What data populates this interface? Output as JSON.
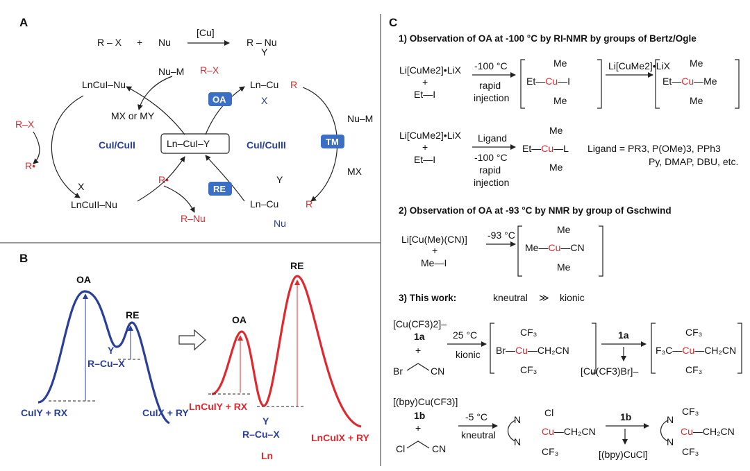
{
  "panels": {
    "a": "A",
    "b": "B",
    "c": "C"
  },
  "panelA": {
    "eq_rx": "R – X",
    "eq_plus": "+",
    "eq_nu": "Nu",
    "eq_cat": "[Cu]",
    "eq_prod": "R – Nu",
    "ln_cu_nu": "LnCuI–Nu",
    "nu_m": "Nu–M",
    "mx_my": "MX or MY",
    "r_x_left": "R–X",
    "r_rad": "R•",
    "cu1cu2": "CuI/CuII",
    "cu1cu3": "CuI/CuIII",
    "center": "Ln–CuI–Y",
    "ln_cu2": "LnCuII–Nu",
    "x_top": "X",
    "r_rad2": "R•",
    "r_nu": "R–Nu",
    "oa": "OA",
    "re": "RE",
    "tm": "TM",
    "nu_m2": "Nu–M",
    "mx": "MX",
    "cu3_top_y": "Y",
    "cu3_top_x": "X",
    "cu3_top_r": "R",
    "cu3_top_ln": "Ln–Cu",
    "r_x_top": "R–X",
    "cu3_bot_y": "Y",
    "cu3_bot_nu": "Nu",
    "cu3_bot_ln": "Ln–Cu",
    "cu3_bot_r": "R"
  },
  "panelB": {
    "oa1": "OA",
    "re1": "RE",
    "start1": "CuIY + RX",
    "int1": "R–Cu–X",
    "int1_y": "Y",
    "end1": "CuIX + RY",
    "oa2": "OA",
    "re2": "RE",
    "start2": "LnCuIY + RX",
    "int2": "R–Cu–X",
    "int2_y": "Y",
    "int2_ln": "Ln",
    "end2": "LnCuIX + RY"
  },
  "panelC": {
    "h1": "1) Observation of OA at -100 °C by RI-NMR by groups of Bertz/Ogle",
    "h2": "2) Observation of OA at -93 °C by NMR by group of Gschwind",
    "h3": "3) This work:",
    "k_neutral": "kneutral",
    "k_ionic": "kionic",
    "gg": "≫",
    "r1_reag": "Li[CuMe2]•LiX",
    "r1_plus": "+",
    "r1_eti": "Et—I",
    "r1_cond_top": "-100 °C",
    "r1_cond_bot1": "rapid",
    "r1_cond_bot2": "injection",
    "r1_step2": "Li[CuMe2]•LiX",
    "r2_reag": "Li[CuMe2]•LiX",
    "r2_plus": "+",
    "r2_eti": "Et—I",
    "r2_cond_top": "Ligand",
    "r2_cond_b1": "-100 °C",
    "r2_cond_b2": "rapid",
    "r2_cond_b3": "injection",
    "ligand1": "Ligand = PR3, P(OMe)3, PPh3",
    "ligand2": "Py, DMAP, DBU, etc.",
    "g_reag": "Li[Cu(Me)(CN)]",
    "g_plus": "+",
    "g_mei": "Me—I",
    "g_cond": "-93 °C",
    "w_reag": "[Cu(CF3)2]–",
    "w_1a": "1a",
    "w_plus": "+",
    "w_br": "Br",
    "w_cn": "CN",
    "w_cond_top": "25 °C",
    "w_cond_bot": "kionic",
    "w_1a_arrow": "1a",
    "w_byprod": "[Cu(CF3)Br]–",
    "n_reag": "[(bpy)Cu(CF3)]",
    "n_1b": "1b",
    "n_plus": "+",
    "n_cl": "Cl",
    "n_cn": "CN",
    "n_cond_top": "-5 °C",
    "n_cond_bot": "kneutral",
    "n_1b_arrow": "1b",
    "n_byprod": "[(bpy)CuCl]"
  },
  "colors": {
    "red": "#e0282e",
    "blue": "#2a3f9a",
    "badge": "#3b6fc5"
  }
}
